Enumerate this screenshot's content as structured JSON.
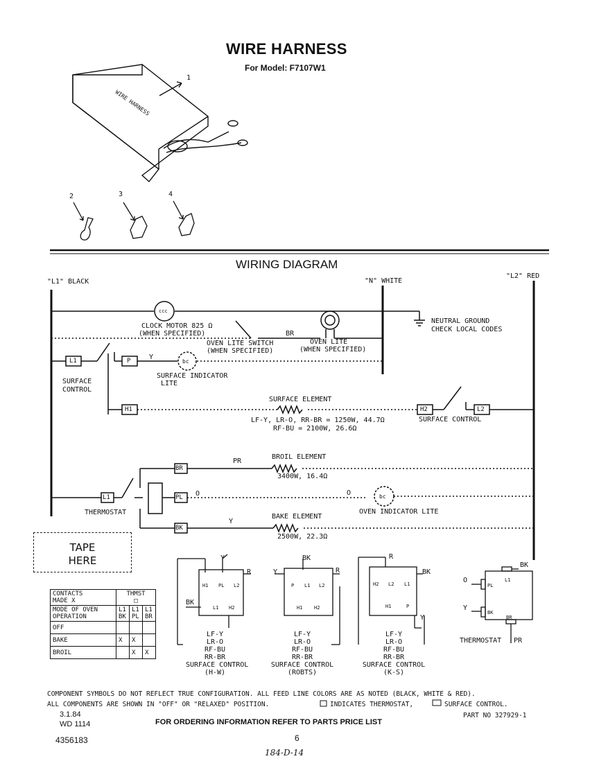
{
  "header": {
    "title": "WIRE HARNESS",
    "model": "For Model: F7107W1"
  },
  "parts": {
    "harness_box_text": "WIRE HARNESS",
    "callouts": [
      "1",
      "2",
      "3",
      "4"
    ]
  },
  "wiring": {
    "title": "WIRING DIAGRAM",
    "l1_label": "\"L1\" BLACK",
    "n_label": "\"N\" WHITE",
    "l2_label": "\"L2\" RED",
    "clock_motor": "CLOCK MOTOR 825 Ω",
    "clock_motor_note": "(WHEN SPECIFIED)",
    "clock_symbol": "ccc",
    "br_wire": "BR",
    "oven_lite_switch": "OVEN LITE SWITCH",
    "oven_lite_switch_note": "(WHEN SPECIFIED)",
    "oven_lite": "OVEN LITE",
    "oven_lite_note": "(WHEN SPECIFIED)",
    "neutral_ground": "NEUTRAL GROUND",
    "check_codes": "CHECK LOCAL CODES",
    "terminal_l1": "L1",
    "terminal_p": "P",
    "y_wire": "Y",
    "surface_control_left_1": "SURFACE",
    "surface_control_left_2": "CONTROL",
    "surface_indicator_1": "SURFACE INDICATOR",
    "surface_indicator_2": "LITE",
    "terminal_h1": "H1",
    "surface_element": "SURFACE ELEMENT",
    "surface_element_spec_1": "LF-Y, LR-O, RR-BR = 1250W, 44.7Ω",
    "surface_element_spec_2": "RF-BU = 2100W, 26.6Ω",
    "terminal_h2": "H2",
    "terminal_l2": "L2",
    "surface_control_right": "SURFACE   CONTROL",
    "terminal_br": "BR",
    "pr_wire": "PR",
    "broil_element": "BROIL ELEMENT",
    "broil_spec": "3400W, 16.4Ω",
    "terminal_l1_thermo": "L1",
    "thermostat": "THERMOSTAT",
    "terminal_pl": "PL",
    "o_wire_1": "O",
    "o_wire_2": "O",
    "oven_indicator": "OVEN INDICATOR LITE",
    "terminal_bk": "BK",
    "bake_element": "BAKE ELEMENT",
    "bake_spec": "2500W, 22.3Ω",
    "indicator_symbol": "bc"
  },
  "tape": {
    "line1": "TAPE",
    "line2": "HERE"
  },
  "contacts_table": {
    "header1": "CONTACTS",
    "header2": "MADE  X",
    "thmst": "THMST",
    "mode1": "MODE OF OVEN",
    "mode2": "OPERATION",
    "top_cols": [
      "L1",
      "L1",
      "L1"
    ],
    "bottom_cols": [
      "BK",
      "PL",
      "BR"
    ],
    "rows": [
      {
        "label": "OFF",
        "cells": [
          "",
          "",
          ""
        ]
      },
      {
        "label": "BAKE",
        "cells": [
          "X",
          "X",
          ""
        ]
      },
      {
        "label": "BROIL",
        "cells": [
          "",
          "X",
          "X"
        ]
      }
    ]
  },
  "controls": [
    {
      "terms": [
        "H1",
        "PL",
        "L2",
        "L1",
        "H2"
      ],
      "colors": [
        "LF-Y",
        "LR-O",
        "RF-BU",
        "RR-BR"
      ],
      "name": "SURFACE CONTROL",
      "code": "(H-W)",
      "wires": [
        "Y",
        "R",
        "BK"
      ]
    },
    {
      "terms": [
        "P",
        "L1",
        "L2",
        "H1",
        "H2"
      ],
      "colors": [
        "LF-Y",
        "LR-O",
        "RF-BU",
        "RR-BR"
      ],
      "name": "SURFACE CONTROL",
      "code": "(ROBTS)",
      "wires": [
        "BK",
        "Y",
        "R"
      ]
    },
    {
      "terms": [
        "H2",
        "L2",
        "L1",
        "H1",
        "P"
      ],
      "colors": [
        "LF-Y",
        "LR-O",
        "RF-BU",
        "RR-BR"
      ],
      "name": "SURFACE CONTROL",
      "code": "(K-S)",
      "wires": [
        "R",
        "BK",
        "Y"
      ]
    }
  ],
  "thermostat_detail": {
    "bk_top": "BK",
    "o": "O",
    "y": "Y",
    "pl": "PL",
    "l1": "L1",
    "bk": "BK",
    "br": "BR",
    "label": "THERMOSTAT",
    "pr": "PR"
  },
  "footer": {
    "note1": "COMPONENT SYMBOLS DO NOT REFLECT TRUE CONFIGURATION. ALL FEED LINE COLORS ARE AS NOTED (BLACK, WHITE & RED).",
    "note2": "ALL  COMPONENTS  ARE  SHOWN  IN \"OFF\"  OR  \"RELAXED\"  POSITION.",
    "note2b": "INDICATES THERMOSTAT,",
    "note2c": "SURFACE CONTROL.",
    "date": "3.1.84",
    "wd": "WD 1114",
    "part_no": "PART NO  327929-1",
    "ordering": "FOR ORDERING INFORMATION REFER TO PARTS PRICE LIST",
    "doc_no": "4356183",
    "page": "6",
    "handwritten": "184-D-14"
  }
}
